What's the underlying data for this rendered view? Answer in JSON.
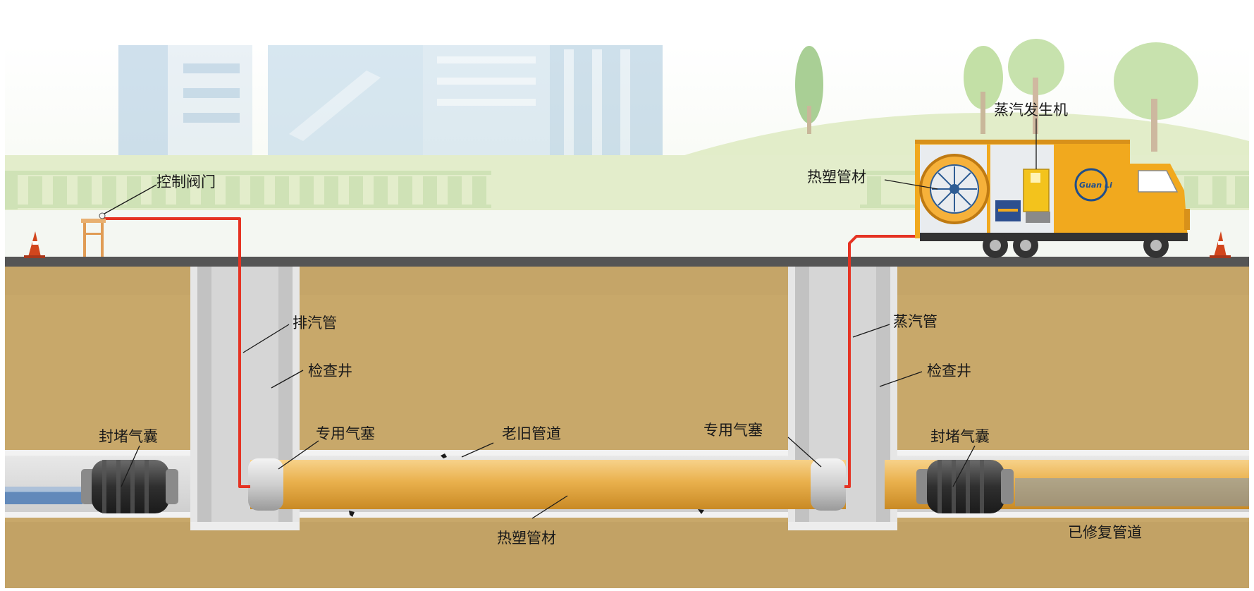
{
  "labels": {
    "control_valve": "控制阀门",
    "steam_generator": "蒸汽发生机",
    "thermoplastic_truck": "热塑管材",
    "exhaust_pipe": "排汽管",
    "inspection_well_left": "检查井",
    "steam_pipe": "蒸汽管",
    "inspection_well_right": "检查井",
    "sealing_airbag_left": "封堵气囊",
    "special_plug_left": "专用气塞",
    "old_pipeline": "老旧管道",
    "special_plug_right": "专用气塞",
    "sealing_airbag_right": "封堵气囊",
    "thermoplastic_pipe": "热塑管材",
    "repaired_pipeline": "已修复管道"
  },
  "truck_logo": "Guan Li",
  "colors": {
    "soil": "#c8a86a",
    "soil_dark": "#b08f52",
    "road": "#555555",
    "concrete": "#dedede",
    "liner": "#e9b04c",
    "steam_line": "#e53323",
    "truck": "#f1a91e",
    "water": "#4d7bb5"
  }
}
